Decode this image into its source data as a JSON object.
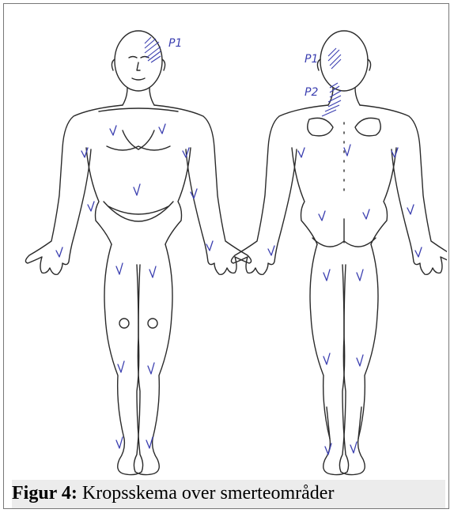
{
  "figure": {
    "annotations": {
      "p1_front": "P1",
      "p1_back": "P1",
      "p2_back": "P2"
    },
    "pen_color": "#3b3fb0"
  },
  "caption": {
    "label": "Figur 4:",
    "text": " Kropsskema over smerteområder"
  }
}
